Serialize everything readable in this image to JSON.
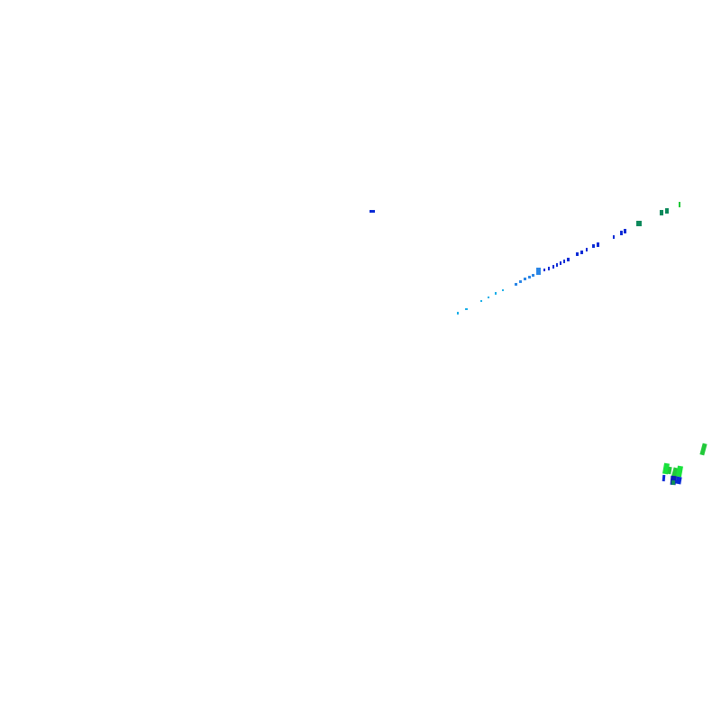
{
  "background": "#ffffff",
  "palette": {
    "cyan": "#19aee8",
    "sky": "#2b86e6",
    "blue": "#0a2bd6",
    "deep_blue": "#0c1fb8",
    "teal": "#0e8a5c",
    "green": "#22c93a",
    "bright_green": "#19e23c"
  },
  "groups": [
    {
      "name": "isolated-fragment",
      "color_keys": [
        "blue"
      ]
    },
    {
      "name": "diagonal-streak",
      "color_keys": [
        "cyan",
        "sky",
        "blue",
        "teal",
        "green"
      ]
    },
    {
      "name": "lower-right-cluster",
      "color_keys": [
        "green",
        "bright_green",
        "blue",
        "deep_blue"
      ]
    }
  ]
}
